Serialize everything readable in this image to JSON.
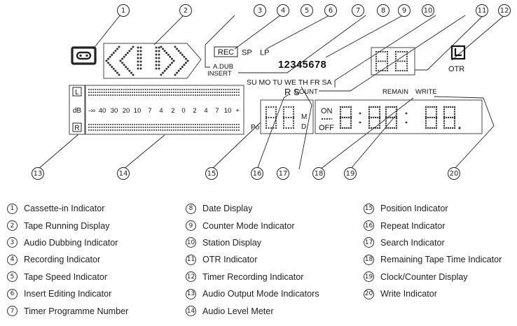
{
  "display": {
    "rec": "REC",
    "sp": "SP",
    "lp": "LP",
    "adub": "A.DUB",
    "insert": "INSERT",
    "programme_numbers": "12345678",
    "days": "SU MO TU WE TH FR SA",
    "rs": "R S",
    "count": "COUNT",
    "remain": "REMAIN",
    "write": "WRITE",
    "otr": "OTR",
    "channel_l": "L",
    "channel_r": "R",
    "db": "dB",
    "meter_scale": [
      "-∞",
      "40",
      "30",
      "20",
      "10",
      "7",
      "4",
      "2",
      "0",
      "2",
      "4",
      "7",
      "10",
      "+"
    ],
    "on": "ON",
    "off": "OFF",
    "po": "Po",
    "m": "M",
    "d": "D"
  },
  "callouts": [
    "1",
    "2",
    "3",
    "4",
    "5",
    "6",
    "7",
    "8",
    "9",
    "10",
    "11",
    "12",
    "13",
    "14",
    "15",
    "16",
    "17",
    "18",
    "19",
    "20"
  ],
  "legend": [
    {
      "num": "1",
      "label": "Cassette-in Indicator"
    },
    {
      "num": "2",
      "label": "Tape Running Display"
    },
    {
      "num": "3",
      "label": "Audio Dubbing Indicator"
    },
    {
      "num": "4",
      "label": "Recording Indicator"
    },
    {
      "num": "5",
      "label": "Tape Speed Indicator"
    },
    {
      "num": "6",
      "label": "Insert Editing Indicator"
    },
    {
      "num": "7",
      "label": "Timer Programme Number"
    },
    {
      "num": "8",
      "label": "Date Display"
    },
    {
      "num": "9",
      "label": "Counter Mode Indicator"
    },
    {
      "num": "10",
      "label": "Station Display"
    },
    {
      "num": "11",
      "label": "OTR Indicator"
    },
    {
      "num": "12",
      "label": "Timer Recording Indicator"
    },
    {
      "num": "13",
      "label": "Audio Output Mode Indicators"
    },
    {
      "num": "14",
      "label": "Audio Level Meter"
    },
    {
      "num": "15",
      "label": "Position Indicator"
    },
    {
      "num": "16",
      "label": "Repeat Indicator"
    },
    {
      "num": "17",
      "label": "Search Indicator"
    },
    {
      "num": "18",
      "label": "Remaining Tape Time Indicator"
    },
    {
      "num": "19",
      "label": "Clock/Counter Display"
    },
    {
      "num": "20",
      "label": "Write Indicator"
    }
  ]
}
